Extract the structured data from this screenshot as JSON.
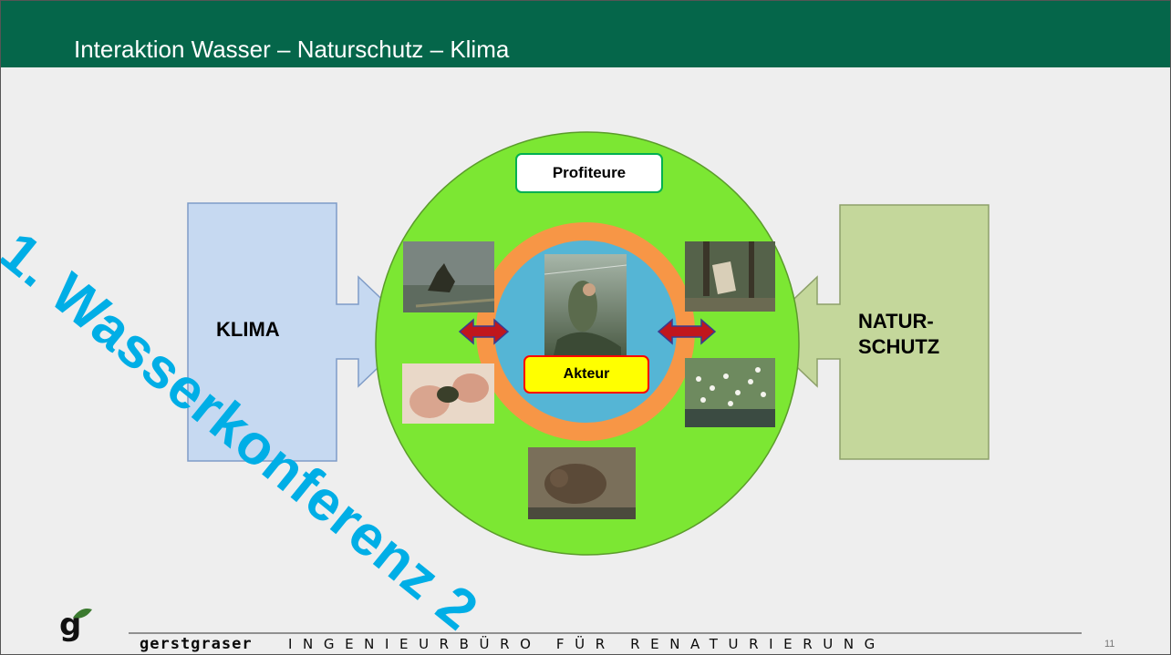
{
  "slide": {
    "title": "Interaktion Wasser – Naturschutz – Klima",
    "page_number": "11"
  },
  "diagram": {
    "left_label": "KLIMA",
    "right_label_line1": "NATUR-",
    "right_label_line2": "SCHUTZ",
    "top_label": "Profiteure",
    "center_label": "Akteur"
  },
  "photos": [
    {
      "name": "waterbird-in-lake-photo"
    },
    {
      "name": "hands-holding-mussel-photo"
    },
    {
      "name": "fisherman-with-net-photo"
    },
    {
      "name": "beaver-gnawed-trees-photo"
    },
    {
      "name": "white-water-flowers-photo"
    },
    {
      "name": "otter-photo"
    }
  ],
  "footer": {
    "logo_glyph": "g",
    "brand": "gerstgraser",
    "tagline": "INGENIEURBÜRO FÜR RENATURIERUNG"
  },
  "watermark": "1. Wasserkonferenz 2"
}
